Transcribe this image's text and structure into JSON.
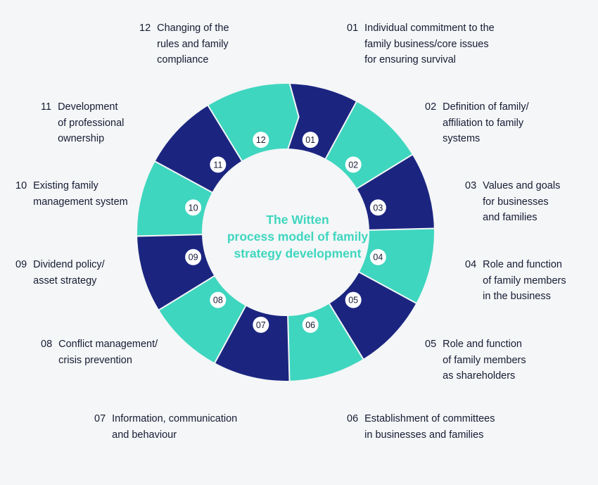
{
  "center_title_lines": [
    "The Witten",
    "process model of family",
    "strategy development"
  ],
  "colors": {
    "teal": "#3ed6bf",
    "navy": "#1b2580",
    "text": "#161b33",
    "background": "#f4f6f7"
  },
  "segments": [
    {
      "number": "01",
      "color": "navy",
      "label_lines": [
        "Individual commitment to the",
        "family business/core issues",
        "for ensuring survival"
      ]
    },
    {
      "number": "02",
      "color": "teal",
      "label_lines": [
        "Definition of family/",
        "affiliation to family",
        "systems"
      ]
    },
    {
      "number": "03",
      "color": "navy",
      "label_lines": [
        "Values and goals",
        "for businesses",
        "and families"
      ]
    },
    {
      "number": "04",
      "color": "teal",
      "label_lines": [
        "Role and function",
        "of family members",
        "in the business"
      ]
    },
    {
      "number": "05",
      "color": "navy",
      "label_lines": [
        "Role and function",
        "of family members",
        "as shareholders"
      ]
    },
    {
      "number": "06",
      "color": "teal",
      "label_lines": [
        "Establishment of committees",
        "in businesses and families"
      ]
    },
    {
      "number": "07",
      "color": "navy",
      "label_lines": [
        "Information, communication",
        "and behaviour"
      ]
    },
    {
      "number": "08",
      "color": "teal",
      "label_lines": [
        "Conflict management/",
        "crisis prevention"
      ]
    },
    {
      "number": "09",
      "color": "navy",
      "label_lines": [
        "Dividend policy/",
        "asset strategy"
      ]
    },
    {
      "number": "10",
      "color": "teal",
      "label_lines": [
        "Existing family",
        "management system"
      ]
    },
    {
      "number": "11",
      "color": "navy",
      "label_lines": [
        "Development",
        "of professional",
        "ownership"
      ]
    },
    {
      "number": "12",
      "color": "teal",
      "label_lines": [
        "Changing of the",
        "rules and family",
        "compliance"
      ]
    }
  ]
}
